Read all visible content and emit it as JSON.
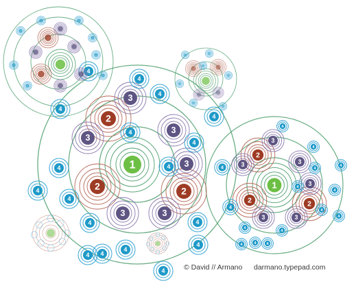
{
  "colors": {
    "ring_green": "#4f9f6e",
    "tier1": "#6cbf44",
    "tier2": "#9e3b24",
    "tier3": "#5e5583",
    "tier4": "#1f9ac9",
    "tier2_ring": "#b76a5a",
    "tier3_ring": "#8a78ad",
    "tier4_ring": "#3aa5d3"
  },
  "diagram": {
    "tier_labels": [
      "1",
      "2",
      "3",
      "4"
    ],
    "clusters": [
      {
        "name": "main-cluster",
        "inner": 8,
        "outer": 14
      },
      {
        "name": "right-cluster",
        "inner": 8,
        "outer": 14
      },
      {
        "name": "top-left-cluster",
        "inner": 8,
        "outer": 14
      },
      {
        "name": "top-right-cluster",
        "inner": 8,
        "outer": 14
      }
    ]
  },
  "credits": {
    "copyright": "© David // Armano",
    "site": "darmano.typepad.com"
  }
}
